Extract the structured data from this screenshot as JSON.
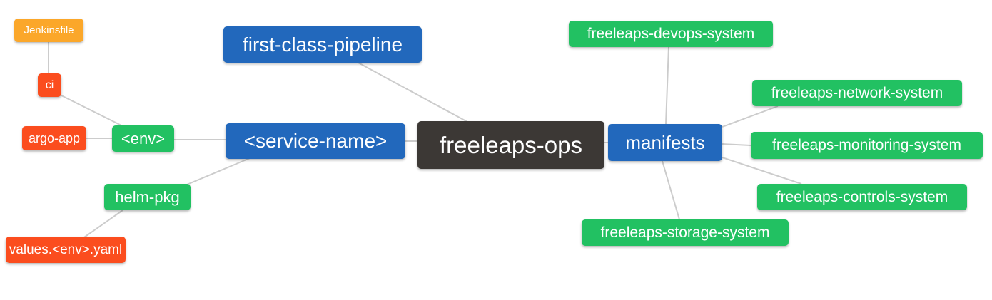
{
  "colors": {
    "background": "#ffffff",
    "edge": "#cccccc",
    "text": "#ffffff",
    "blue": "#2268bc",
    "green": "#22c162",
    "orange": "#fba72a",
    "red": "#fb4d1e",
    "dark": "#3c3835"
  },
  "nodes": [
    {
      "id": "jenkinsfile",
      "label": "Jenkinsfile",
      "color": "orange"
    },
    {
      "id": "ci",
      "label": "ci",
      "color": "red"
    },
    {
      "id": "argo-app",
      "label": "argo-app",
      "color": "red"
    },
    {
      "id": "env",
      "label": "<env>",
      "color": "green"
    },
    {
      "id": "helm-pkg",
      "label": "helm-pkg",
      "color": "green"
    },
    {
      "id": "values-env-yaml",
      "label": "values.<env>.yaml",
      "color": "red"
    },
    {
      "id": "first-class-pipeline",
      "label": "first-class-pipeline",
      "color": "blue"
    },
    {
      "id": "service-name",
      "label": "<service-name>",
      "color": "blue"
    },
    {
      "id": "freeleaps-ops",
      "label": "freeleaps-ops",
      "color": "dark"
    },
    {
      "id": "manifests",
      "label": "manifests",
      "color": "blue"
    },
    {
      "id": "freeleaps-devops-system",
      "label": "freeleaps-devops-system",
      "color": "green"
    },
    {
      "id": "freeleaps-network-system",
      "label": "freeleaps-network-system",
      "color": "green"
    },
    {
      "id": "freeleaps-monitoring-system",
      "label": "freeleaps-monitoring-system",
      "color": "green"
    },
    {
      "id": "freeleaps-controls-system",
      "label": "freeleaps-controls-system",
      "color": "green"
    },
    {
      "id": "freeleaps-storage-system",
      "label": "freeleaps-storage-system",
      "color": "green"
    }
  ],
  "edges": [
    {
      "from": "jenkinsfile",
      "to": "ci"
    },
    {
      "from": "ci",
      "to": "env"
    },
    {
      "from": "argo-app",
      "to": "env"
    },
    {
      "from": "env",
      "to": "service-name"
    },
    {
      "from": "service-name",
      "to": "helm-pkg"
    },
    {
      "from": "helm-pkg",
      "to": "values-env-yaml"
    },
    {
      "from": "first-class-pipeline",
      "to": "freeleaps-ops"
    },
    {
      "from": "service-name",
      "to": "freeleaps-ops"
    },
    {
      "from": "freeleaps-ops",
      "to": "manifests"
    },
    {
      "from": "manifests",
      "to": "freeleaps-devops-system"
    },
    {
      "from": "manifests",
      "to": "freeleaps-network-system"
    },
    {
      "from": "manifests",
      "to": "freeleaps-monitoring-system"
    },
    {
      "from": "manifests",
      "to": "freeleaps-controls-system"
    },
    {
      "from": "manifests",
      "to": "freeleaps-storage-system"
    }
  ]
}
